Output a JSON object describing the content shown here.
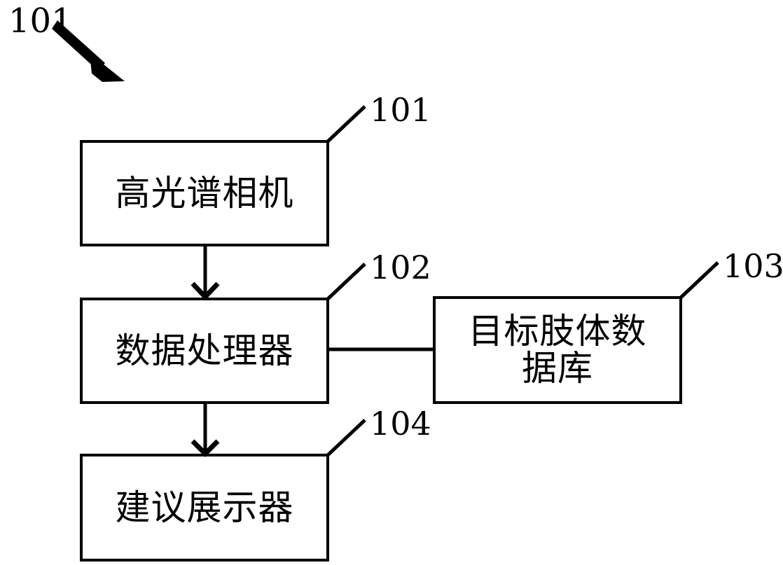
{
  "figure": {
    "type": "patent-block-diagram",
    "background_color": "#ffffff",
    "stroke_color": "#000000",
    "pointer_label": "101"
  },
  "blocks": [
    {
      "id": "block-101",
      "ref": "101",
      "label": "高光谱相机",
      "label_en_hint": "hyperspectral-camera"
    },
    {
      "id": "block-102",
      "ref": "102",
      "label": "数据处理器",
      "label_en_hint": "data-processor"
    },
    {
      "id": "block-103",
      "ref": "103",
      "label": "目标肢体数\n据库",
      "label_en_hint": "target-limb-database"
    },
    {
      "id": "block-104",
      "ref": "104",
      "label": "建议展示器",
      "label_en_hint": "suggestion-displayer"
    }
  ],
  "connectors": [
    {
      "id": "conn-101-102",
      "from": "block-101",
      "to": "block-102",
      "style": "arrow-down"
    },
    {
      "id": "conn-102-103",
      "from": "block-102",
      "to": "block-103",
      "style": "plain-line-horizontal"
    },
    {
      "id": "conn-102-104",
      "from": "block-102",
      "to": "block-104",
      "style": "arrow-down"
    }
  ]
}
